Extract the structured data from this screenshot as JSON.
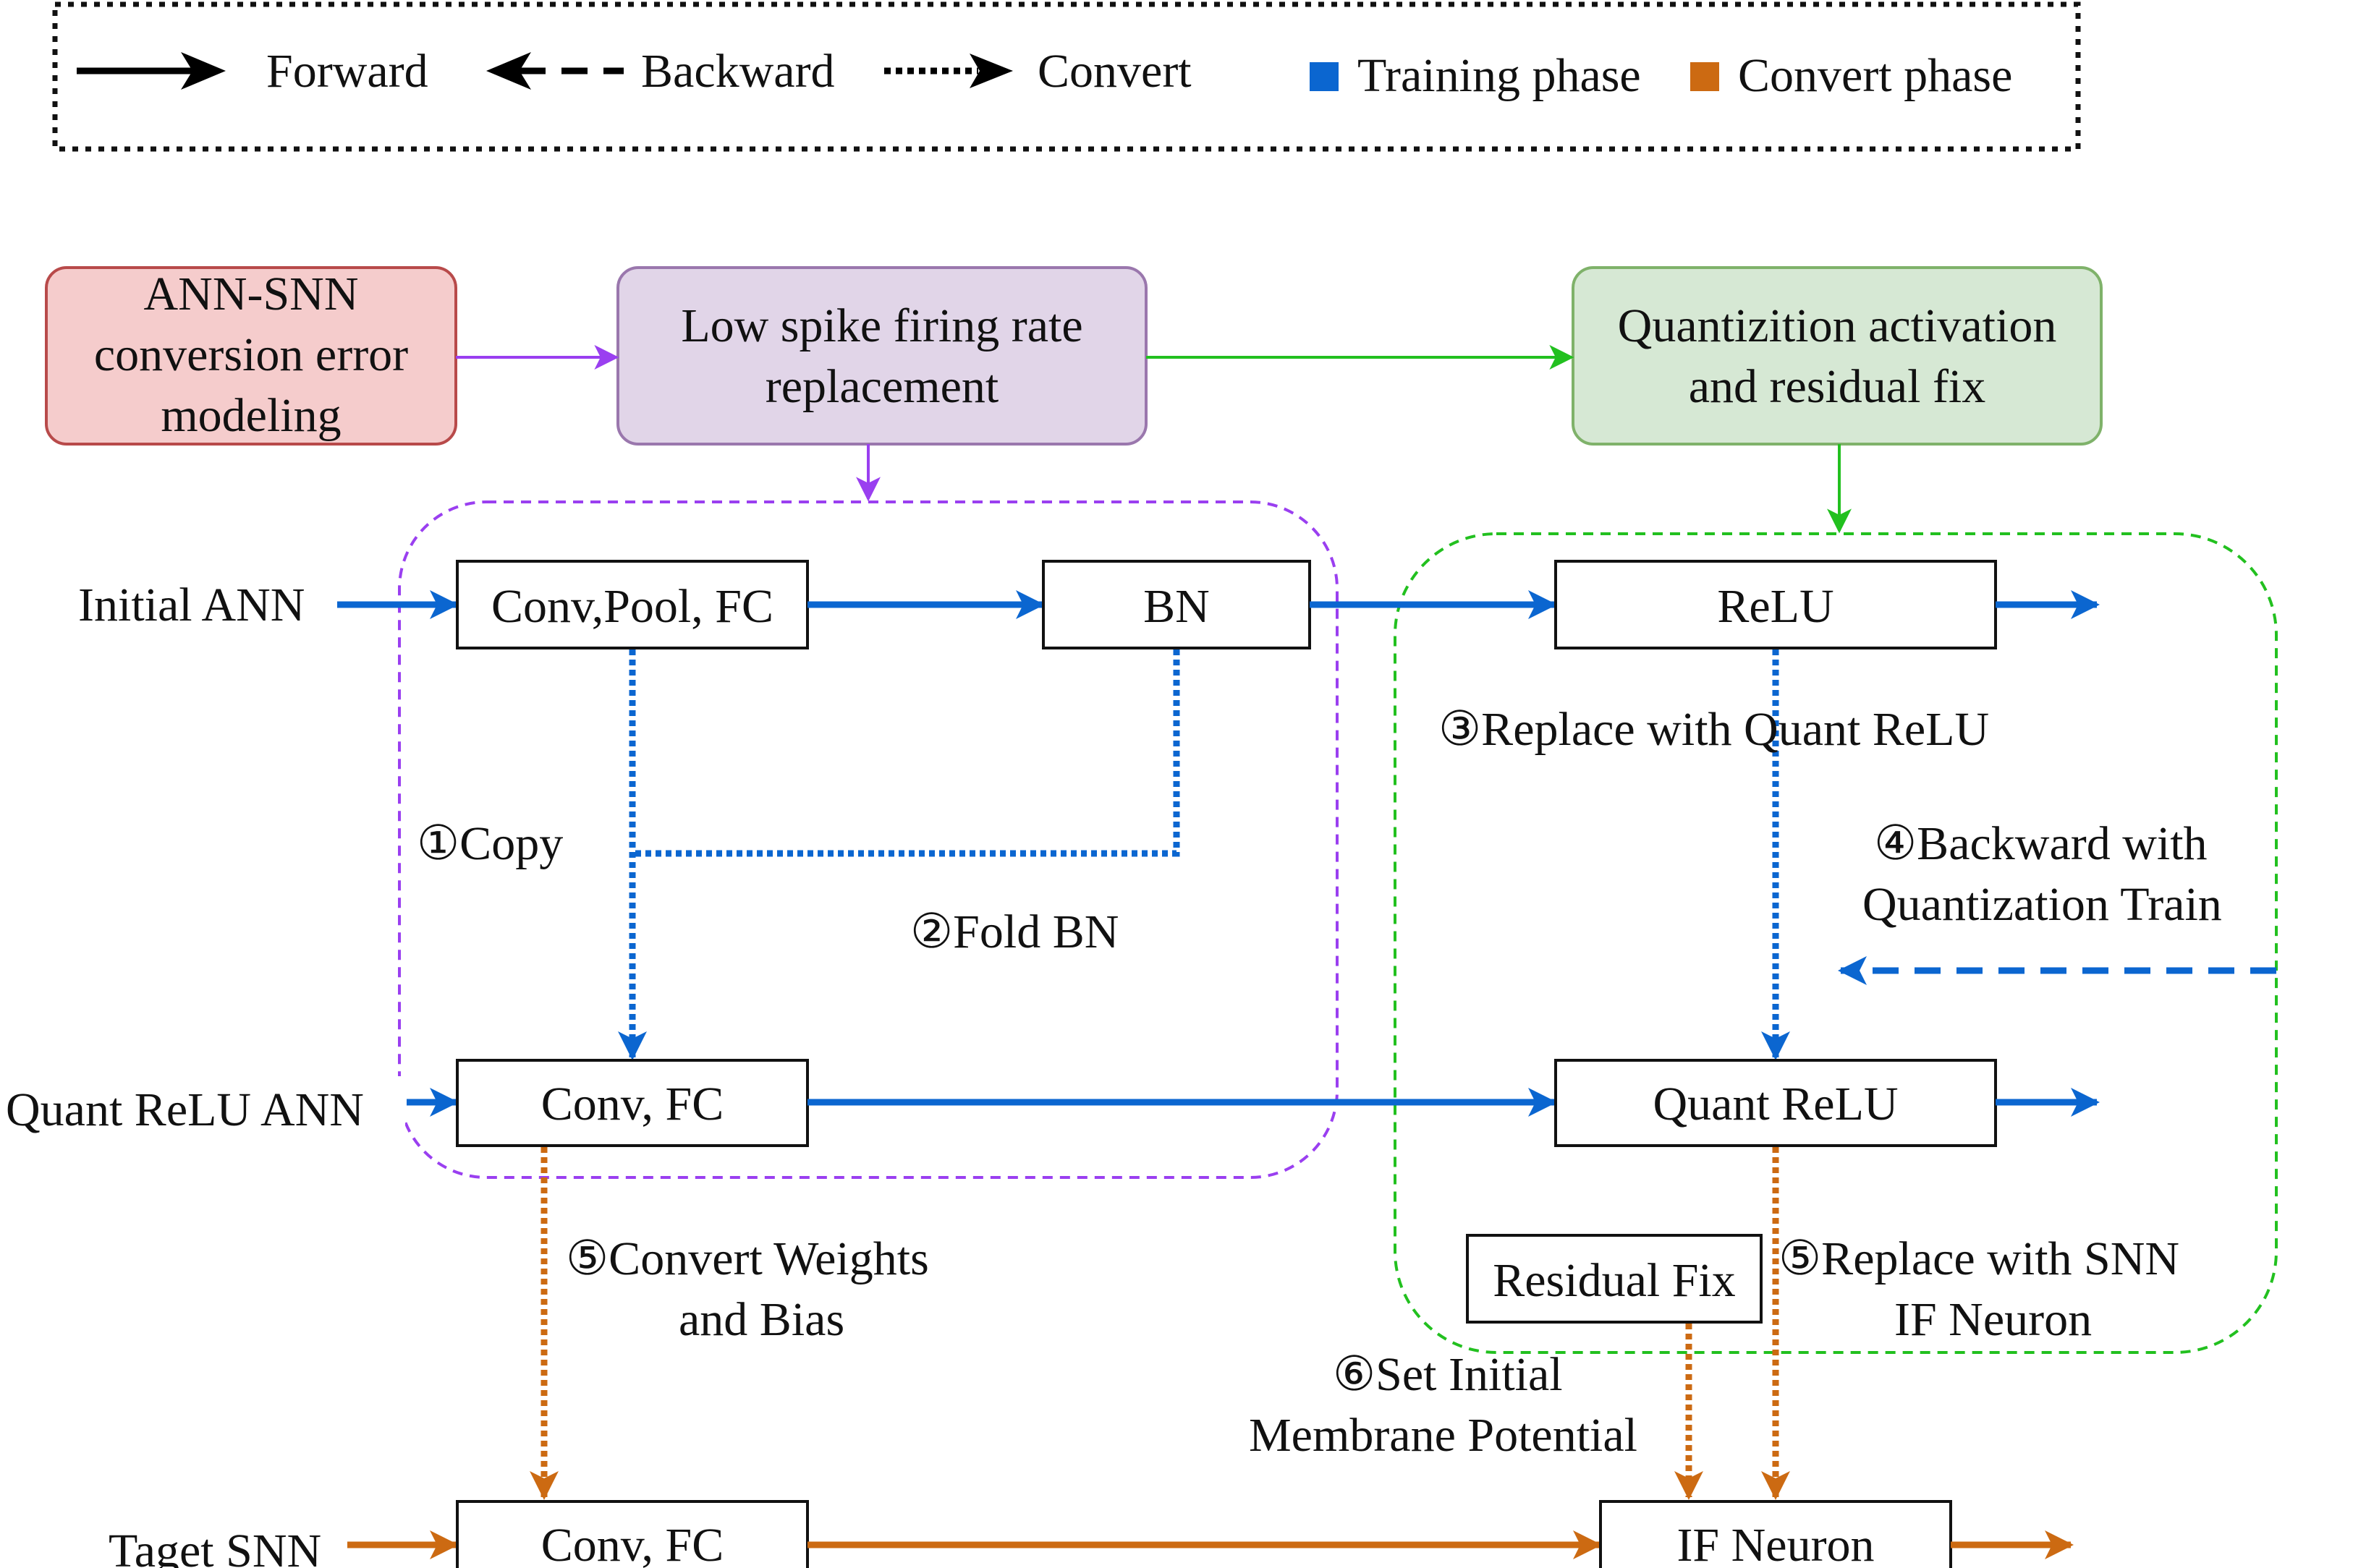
{
  "legend": {
    "forward": "Forward",
    "backward": "Backward",
    "convert": "Convert",
    "training_phase": "Training phase",
    "convert_phase": "Convert phase"
  },
  "top_boxes": {
    "error_modeling": [
      "ANN-SNN",
      "conversion error",
      "modeling"
    ],
    "low_spike": [
      "Low spike firing rate",
      "replacement"
    ],
    "quantization": [
      "Quantizition activation",
      "and residual fix"
    ]
  },
  "rows": {
    "initial_ann": "Initial ANN",
    "quant_relu_ann": "Quant ReLU ANN",
    "target_snn": "Taget SNN"
  },
  "blocks": {
    "conv_pool_fc": "Conv,Pool, FC",
    "bn": "BN",
    "relu": "ReLU",
    "conv_fc_quant": "Conv, FC",
    "quant_relu": "Quant ReLU",
    "residual_fix": "Residual Fix",
    "conv_fc_snn": "Conv, FC",
    "if_neuron": "IF Neuron"
  },
  "steps": {
    "copy": "①Copy",
    "fold_bn": "②Fold BN",
    "replace_quant": "③Replace with Quant ReLU",
    "backward_quant": [
      "④Backward with",
      "Quantization Train"
    ],
    "convert_weights": [
      "⑤Convert Weights",
      "and Bias"
    ],
    "replace_snn": [
      "⑤Replace with SNN",
      "IF Neuron"
    ],
    "set_initial": [
      "⑥Set Initial",
      "Membrane Potential"
    ]
  },
  "colors": {
    "training": "#0b66d0",
    "convert": "#cc6a12",
    "purple": "#9a3ff0",
    "green": "#22c01f",
    "pink_fill": "#f5cccc",
    "pink_border": "#b84a4a",
    "lavender_fill": "#e1d5e8",
    "lavender_border": "#9a77ad",
    "mint_fill": "#d6e8d4",
    "mint_border": "#7fb26a"
  }
}
